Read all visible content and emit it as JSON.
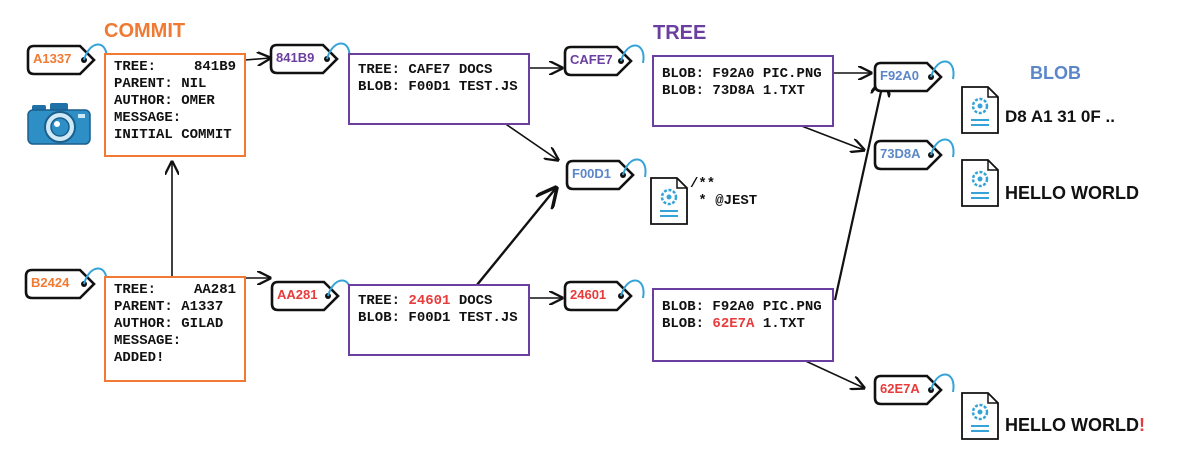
{
  "colors": {
    "commit": "#f07a33",
    "tree": "#6b3fa0",
    "blob": "#5b87c9",
    "changed": "#e83b3b",
    "ink": "#111111",
    "string": "#36a3d8"
  },
  "headings": {
    "commit": "COMMIT",
    "tree": "TREE",
    "blob": "BLOB"
  },
  "commits": [
    {
      "hash": "A1337",
      "rows": [
        {
          "k": "TREE:",
          "v": "841B9"
        },
        {
          "k": "PARENT:",
          "v": "NIL"
        },
        {
          "k": "AUTHOR:",
          "v": "OMER"
        },
        {
          "k": "MESSAGE:",
          "v": ""
        },
        {
          "k": "INITIAL COMMIT",
          "v": ""
        }
      ]
    },
    {
      "hash": "B2424",
      "rows": [
        {
          "k": "TREE:",
          "v": "AA281"
        },
        {
          "k": "PARENT:",
          "v": "A1337"
        },
        {
          "k": "AUTHOR:",
          "v": "GILAD"
        },
        {
          "k": "MESSAGE:",
          "v": ""
        },
        {
          "k": "ADDED!",
          "v": ""
        }
      ]
    }
  ],
  "trees": [
    {
      "hash": "841B9",
      "rows": [
        {
          "a": "TREE: ",
          "h": "CAFE7",
          "b": " DOCS",
          "changed": false
        },
        {
          "a": "BLOB: ",
          "h": "F00D1",
          "b": " TEST.JS",
          "changed": false
        }
      ]
    },
    {
      "hash": "AA281",
      "rows": [
        {
          "a": "TREE: ",
          "h": "24601",
          "b": " DOCS",
          "changed": true
        },
        {
          "a": "BLOB: ",
          "h": "F00D1",
          "b": " TEST.JS",
          "changed": false
        }
      ]
    },
    {
      "hash": "CAFE7",
      "rows": [
        {
          "a": "BLOB: ",
          "h": "F92A0",
          "b": " PIC.PNG",
          "changed": false
        },
        {
          "a": "BLOB: ",
          "h": "73D8A",
          "b": " 1.TXT",
          "changed": false
        }
      ]
    },
    {
      "hash": "24601",
      "rows": [
        {
          "a": "BLOB: ",
          "h": "F92A0",
          "b": " PIC.PNG",
          "changed": false
        },
        {
          "a": "BLOB: ",
          "h": "62E7A",
          "b": " 1.TXT",
          "changed": true
        }
      ]
    }
  ],
  "blobs": [
    {
      "hash": "F00D1",
      "content": [
        "/**",
        " * @JEST"
      ]
    },
    {
      "hash": "F92A0",
      "content": [
        "D8 A1 31 0F .."
      ]
    },
    {
      "hash": "73D8A",
      "content": [
        "HELLO WORLD"
      ]
    },
    {
      "hash": "62E7A",
      "content": [
        "HELLO WORLD"
      ],
      "suffix": "!"
    }
  ]
}
